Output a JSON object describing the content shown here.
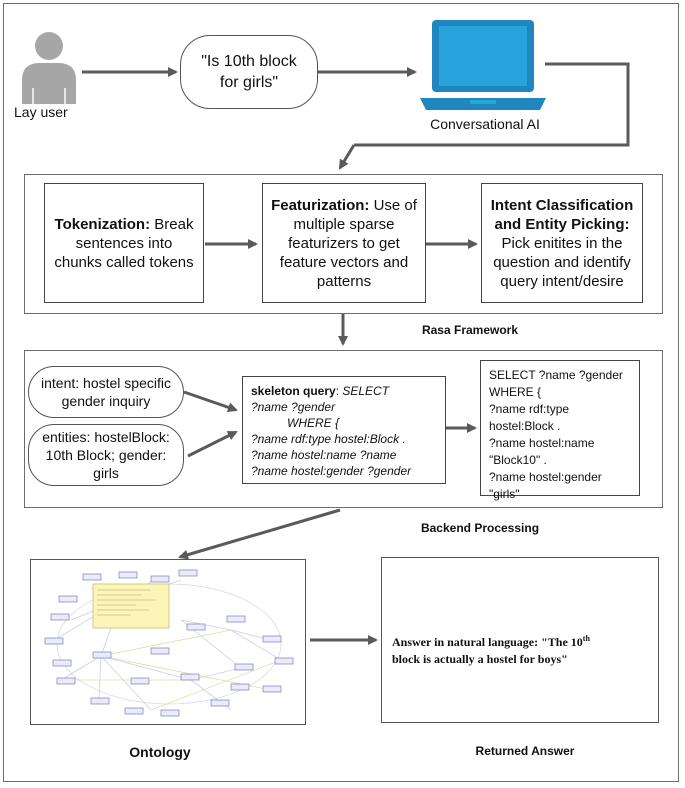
{
  "user": {
    "label": "Lay user"
  },
  "question": {
    "text": "\"Is 10th block for girls\""
  },
  "assistant": {
    "label": "Conversational AI"
  },
  "rasa": {
    "caption": "Rasa Framework",
    "tokenization": {
      "title": "Tokenization:",
      "body": "Break sentences into chunks called tokens"
    },
    "featurization": {
      "title": "Featurization:",
      "body": "Use of multiple sparse featurizers to get feature vectors and patterns"
    },
    "intent": {
      "title": "Intent Classification and Entity Picking:",
      "body": "Pick enitites in the question and identify query intent/desire"
    }
  },
  "backend": {
    "caption": "Backend Processing",
    "intent_pill": "intent: hostel specific gender inquiry",
    "entities_pill": "entities: hostelBlock: 10th Block; gender: girls",
    "skeleton": {
      "label": "skeleton query",
      "line1": "SELECT",
      "line2": "?name ?gender",
      "line3": "WHERE {",
      "line4": "?name rdf:type hostel:Block .",
      "line5": "?name hostel:name ?name",
      "line6": "?name hostel:gender ?gender"
    },
    "sparql": {
      "line1": "SELECT ?name ?gender",
      "line2": "WHERE {",
      "line3": "?name rdf:type",
      "line4": "hostel:Block .",
      "line5": "?name hostel:name",
      "line6": "\"Block10\" .",
      "line7": "?name hostel:gender",
      "line8": "\"girls\""
    }
  },
  "ontology": {
    "caption": "Ontology"
  },
  "answer": {
    "caption": "Returned Answer",
    "prefix": "Answer in natural language: \"The 10",
    "sup": "th",
    "suffix": "block is actually a hostel for boys\""
  },
  "colors": {
    "laptop_screen": "#29a3dc",
    "laptop_frame": "#1f86c0",
    "user_icon": "#a6a6a6",
    "arrow": "#5a5a5a"
  }
}
